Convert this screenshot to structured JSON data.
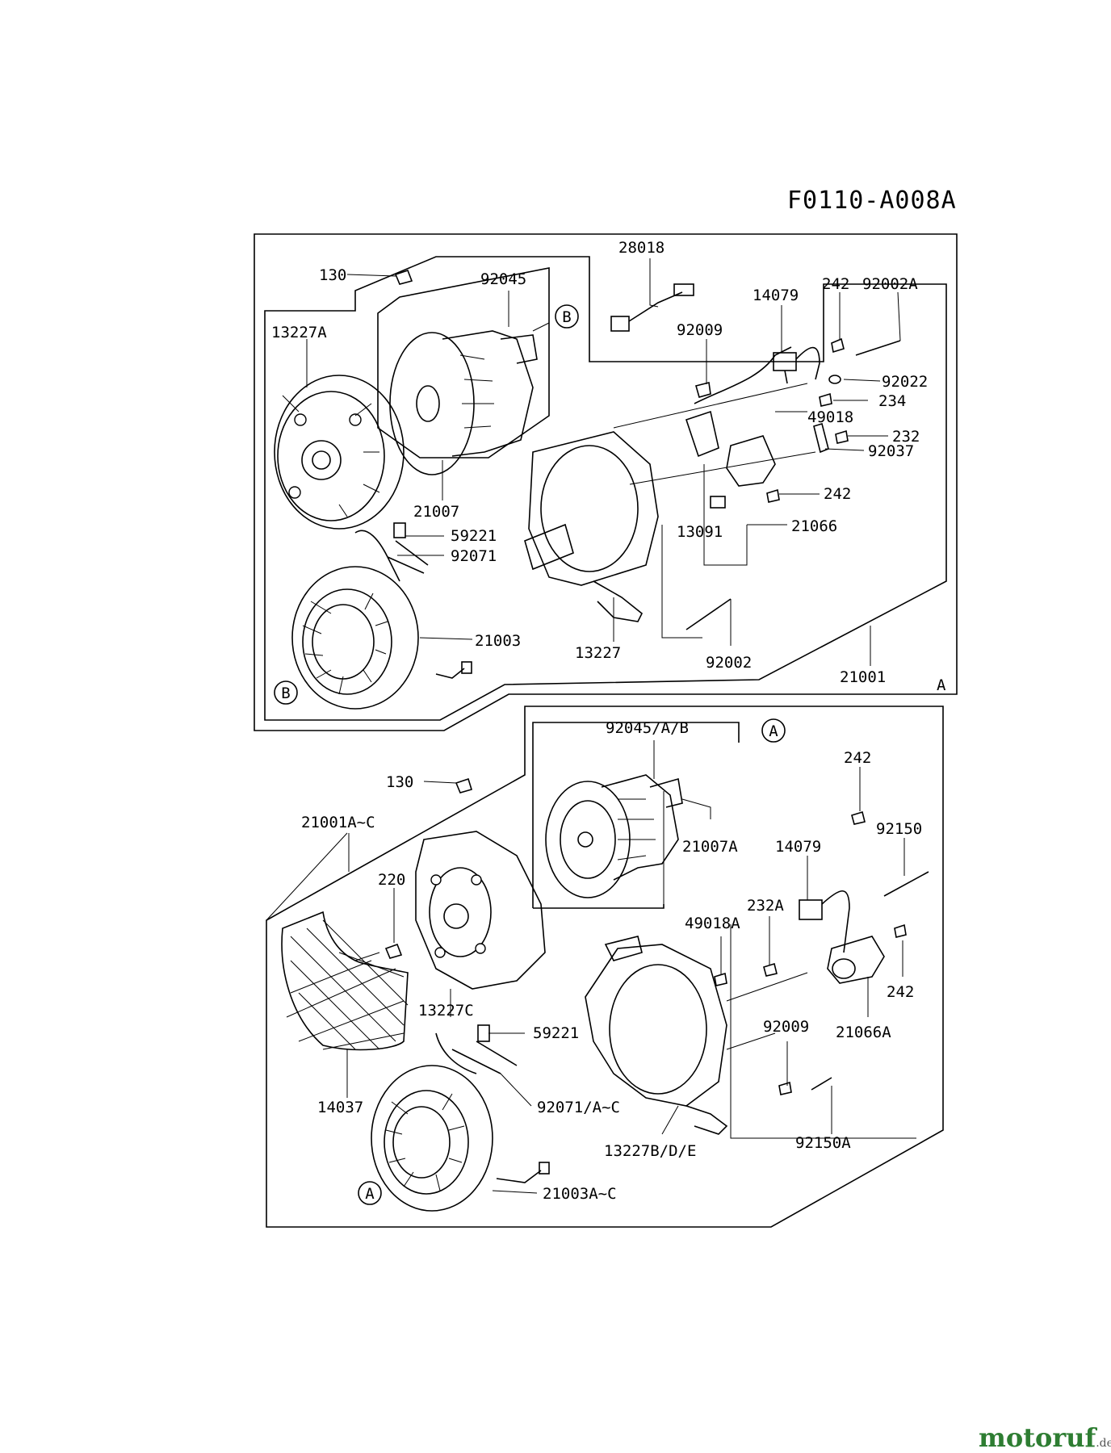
{
  "diagram_code": "F0110-A008A",
  "section_top_label": "A",
  "watermark": {
    "brand_main": "motoruf",
    "brand_tld": ".de"
  },
  "callouts": {
    "a": "A",
    "b": "B"
  },
  "labels_top": {
    "p130": "130",
    "p92045": "92045",
    "p28018": "28018",
    "p14079": "14079",
    "p242a": "242",
    "p92002A": "92002A",
    "p13227A": "13227A",
    "p92009": "92009",
    "p92022": "92022",
    "p234": "234",
    "p49018": "49018",
    "p232": "232",
    "p92037": "92037",
    "p242b": "242",
    "p21007": "21007",
    "p13091": "13091",
    "p21066": "21066",
    "p59221": "59221",
    "p92071": "92071",
    "p21003": "21003",
    "p13227": "13227",
    "p92002": "92002",
    "p21001": "21001"
  },
  "labels_bottom": {
    "p92045AB": "92045/A/B",
    "p130": "130",
    "p242a": "242",
    "p21001Ac": "21001A~C",
    "p92150": "92150",
    "p21007A": "21007A",
    "p14079": "14079",
    "p220": "220",
    "p232A": "232A",
    "p49018A": "49018A",
    "p242b": "242",
    "p13227C": "13227C",
    "p59221": "59221",
    "p92009": "92009",
    "p21066A": "21066A",
    "p14037": "14037",
    "p92071Ac": "92071/A~C",
    "p13227BDE": "13227B/D/E",
    "p92150A": "92150A",
    "p21003Ac": "21003A~C"
  }
}
